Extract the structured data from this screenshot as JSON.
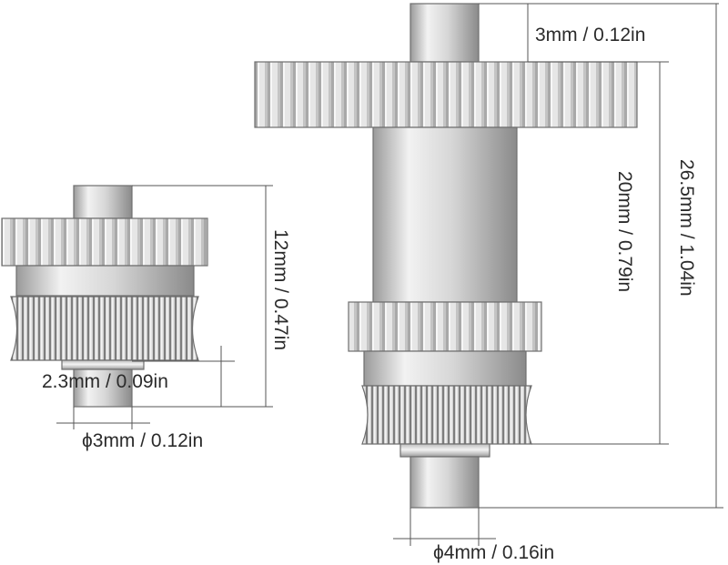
{
  "dimensions": {
    "small_height": "12mm / 0.47in",
    "small_shaft_len": "2.3mm / 0.09in",
    "small_diameter": "ϕ3mm / 0.12in",
    "top_shaft_len": "3mm / 0.12in",
    "body_len": "20mm / 0.79in",
    "total_len": "26.5mm / 1.04in",
    "large_diameter": "ϕ4mm / 0.16in"
  },
  "colors": {
    "metal_light": "#eeeeee",
    "metal_mid": "#c9c9c9",
    "metal_dark": "#7a7a7a",
    "line": "#555555",
    "text": "#2b2b2b"
  }
}
